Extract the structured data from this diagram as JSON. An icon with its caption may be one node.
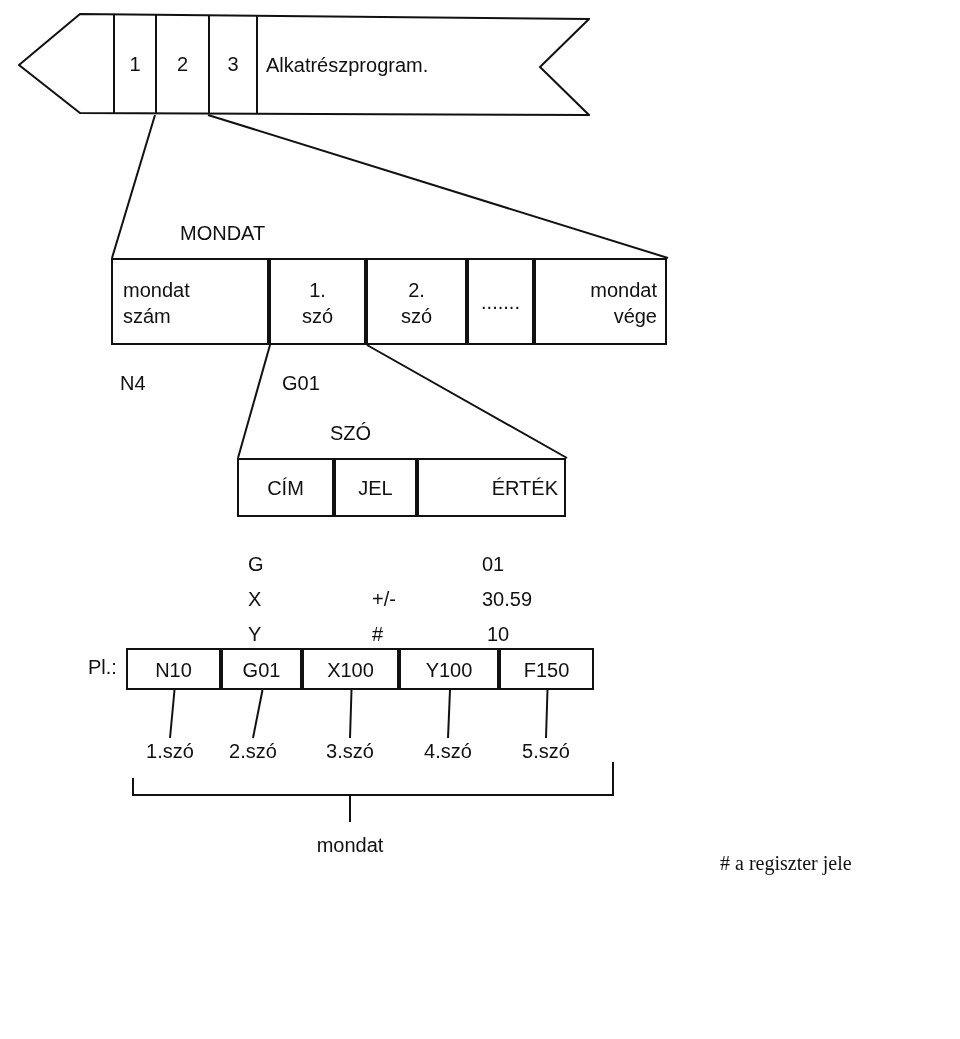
{
  "diagram": {
    "nodes": [
      {
        "text": [],
        "shape": "band"
      },
      {
        "text": [
          "1"
        ],
        "in": 0
      },
      {
        "text": [
          "2"
        ],
        "in": 0
      },
      {
        "text": [
          "3"
        ],
        "in": 0
      },
      {
        "text": [
          "Alkatrészprogram."
        ],
        "in": 0
      },
      {
        "text": [
          "MONDAT"
        ]
      },
      {
        "text": [
          "mondat szám"
        ],
        "in": 5,
        "beside": [
          "N4"
        ]
      },
      {
        "text": [
          "1. szó"
        ],
        "in": 5,
        "beside": [
          "G01"
        ]
      },
      {
        "text": [
          "2. szó"
        ],
        "in": 5
      },
      {
        "text": [
          "......."
        ],
        "in": 5
      },
      {
        "text": [
          "mondat vége"
        ],
        "in": 5
      },
      {
        "text": [
          "SZÓ"
        ]
      },
      {
        "text": [
          "CÍM"
        ],
        "in": 11
      },
      {
        "text": [
          "JEL"
        ],
        "in": 11
      },
      {
        "text": [
          "ÉRTÉK"
        ],
        "in": 11
      },
      {
        "text": [
          "Pl.:"
        ]
      },
      {
        "text": [
          "N10"
        ],
        "in": 15
      },
      {
        "text": [
          "G01"
        ],
        "in": 15
      },
      {
        "text": [
          "X100"
        ],
        "in": 15
      },
      {
        "text": [
          "Y100"
        ],
        "in": 15
      },
      {
        "text": [
          "F150"
        ],
        "in": 15
      },
      {
        "text": [
          "1.szó"
        ]
      },
      {
        "text": [
          "2.szó"
        ]
      },
      {
        "text": [
          "3.szó"
        ]
      },
      {
        "text": [
          "4.szó"
        ]
      },
      {
        "text": [
          "5.szó"
        ]
      }
    ],
    "edges": [
      {
        "from": 2,
        "to": 5,
        "arrow": "none"
      },
      {
        "from": 2,
        "to": 5,
        "arrow": "none"
      },
      {
        "from": 7,
        "to": 11,
        "arrow": "none"
      },
      {
        "from": 7,
        "to": 11,
        "arrow": "none"
      },
      {
        "from": 16,
        "to": 21,
        "arrow": "none"
      },
      {
        "from": 17,
        "to": 22,
        "arrow": "none"
      },
      {
        "from": 18,
        "to": 23,
        "arrow": "none"
      },
      {
        "from": 19,
        "to": 24,
        "arrow": "none"
      },
      {
        "from": 20,
        "to": 25,
        "arrow": "none"
      }
    ],
    "labels": [
      "G",
      "01",
      "X",
      "+/-",
      "30.59",
      "Y",
      "#",
      "10",
      "mondat",
      "# a regiszter jele"
    ]
  }
}
